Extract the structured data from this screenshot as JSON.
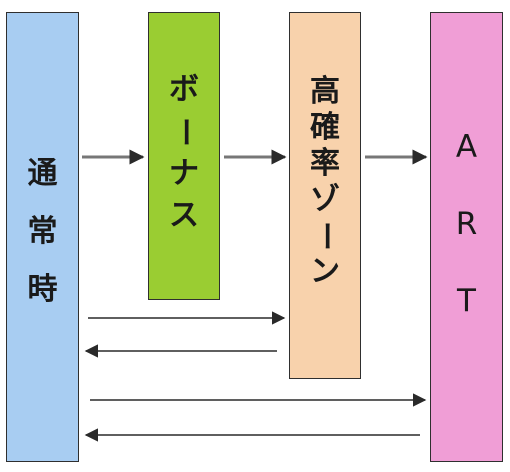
{
  "diagram": {
    "states": [
      {
        "id": "normal",
        "chars": [
          "通",
          "常",
          "時"
        ],
        "color": "#a8cdf2"
      },
      {
        "id": "bonus",
        "chars": [
          "ボ",
          "ー",
          "ナ",
          "ス"
        ],
        "color": "#9acd32"
      },
      {
        "id": "zone",
        "chars": [
          "高",
          "確",
          "率",
          "ゾ",
          "ー",
          "ン"
        ],
        "color": "#f8d2ac"
      },
      {
        "id": "art",
        "chars": [
          "A",
          "R",
          "T"
        ],
        "color": "#f09ed6"
      }
    ],
    "transitions": [
      {
        "from": "normal",
        "to": "bonus"
      },
      {
        "from": "bonus",
        "to": "zone"
      },
      {
        "from": "zone",
        "to": "art"
      },
      {
        "from": "normal",
        "to": "zone"
      },
      {
        "from": "zone",
        "to": "normal"
      },
      {
        "from": "normal",
        "to": "art"
      },
      {
        "from": "art",
        "to": "normal"
      }
    ]
  }
}
